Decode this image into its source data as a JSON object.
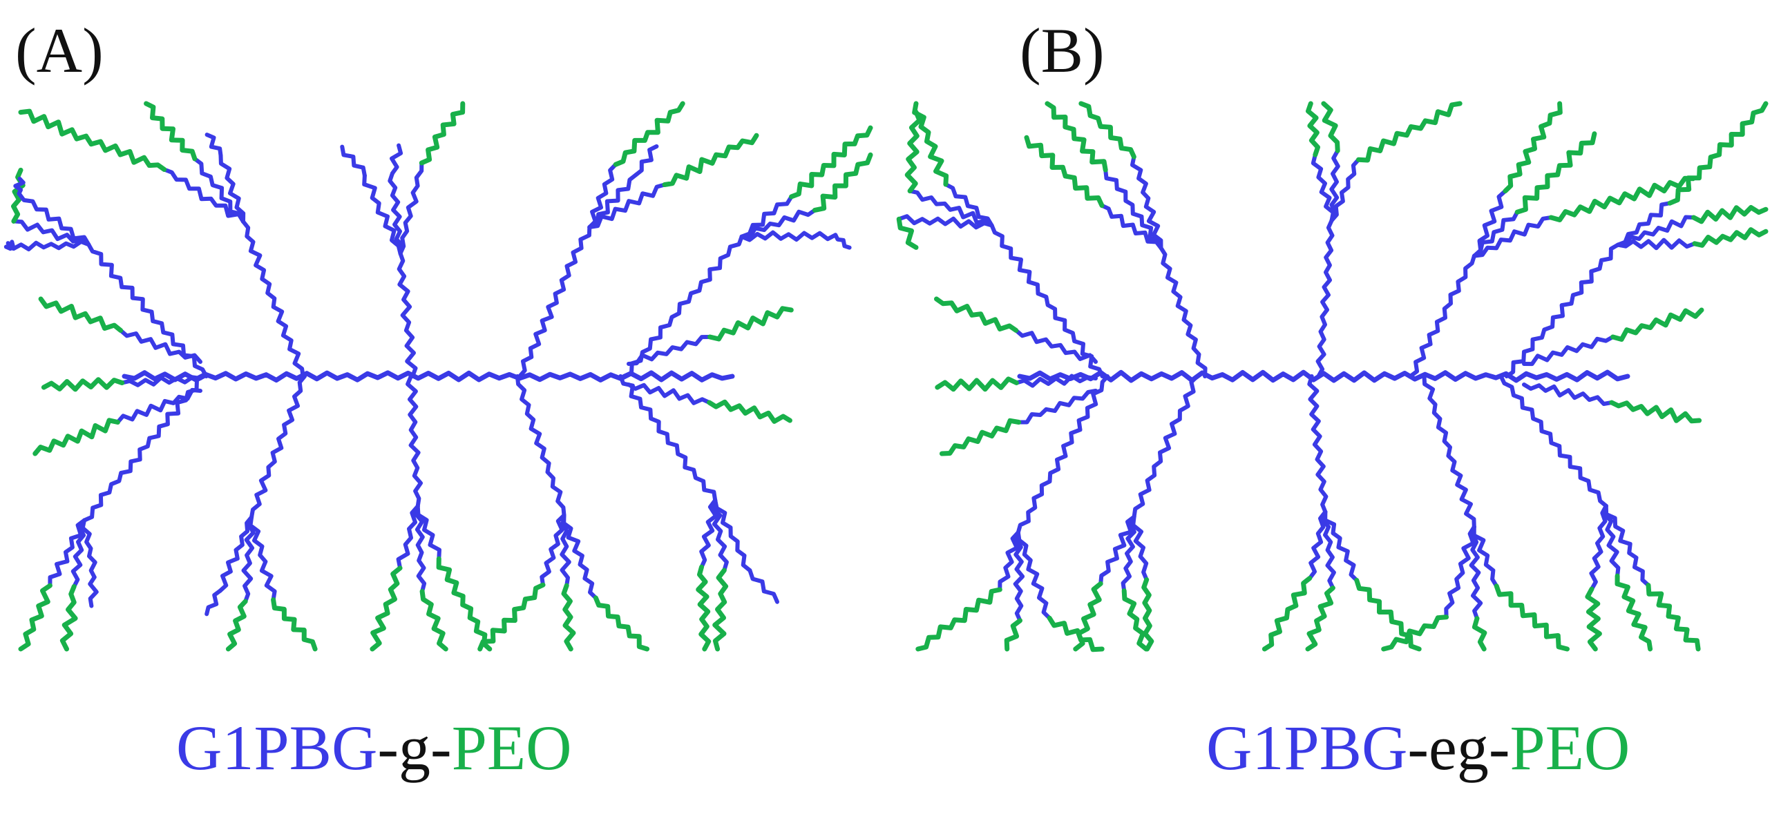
{
  "colors": {
    "core": "#3a3ae6",
    "arm": "#18b04a",
    "text": "#111111"
  },
  "panels": [
    {
      "label": "(A)",
      "caption": {
        "core": "G1PBG",
        "link": "-g-",
        "arm": "PEO"
      }
    },
    {
      "label": "(B)",
      "caption": {
        "core": "G1PBG",
        "link": "-eg-",
        "arm": "PEO"
      }
    }
  ]
}
